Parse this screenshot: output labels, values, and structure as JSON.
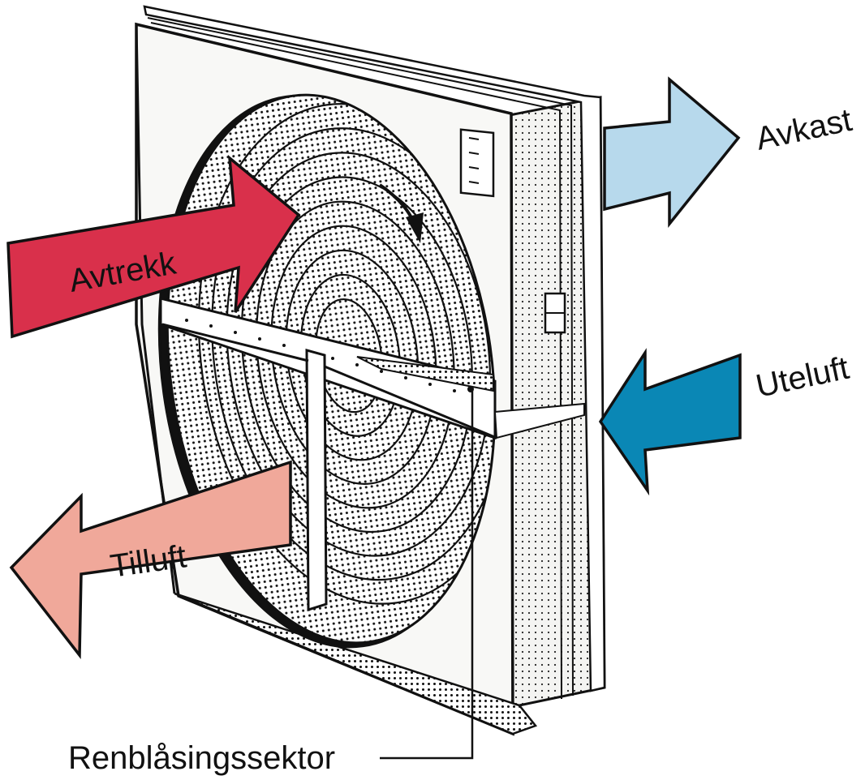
{
  "diagram": {
    "labels": {
      "avtrekk": "Avtrekk",
      "avkast": "Avkast",
      "uteluft": "Uteluft",
      "tilluft": "Tilluft",
      "renblasingssektor": "Renblåsingssektor"
    },
    "colors": {
      "avtrekk_arrow": "#d9304b",
      "avkast_arrow": "#b7d9ec",
      "uteluft_arrow": "#0a87b5",
      "tilluft_arrow": "#f0a89a",
      "housing": "#f7f7f5",
      "ink": "#111111"
    }
  }
}
